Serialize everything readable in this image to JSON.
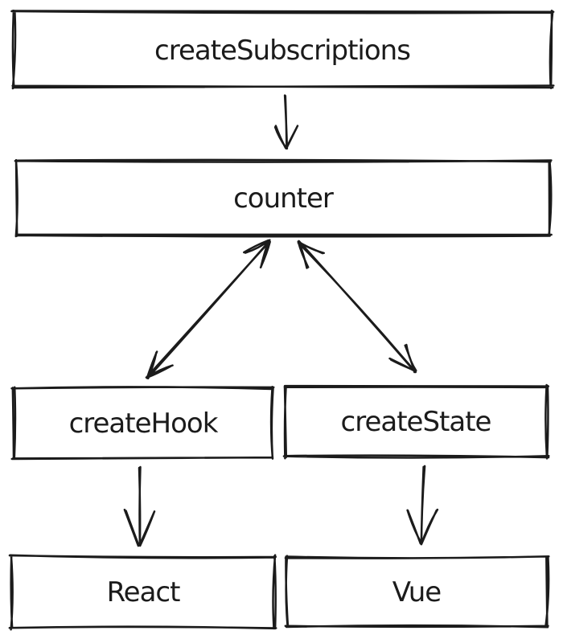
{
  "diagram": {
    "style": "hand-drawn-sketch",
    "background_color": "#ffffff",
    "stroke_color": "#1b1b1b",
    "nodes": [
      {
        "id": "createSubscriptions",
        "label": "createSubscriptions"
      },
      {
        "id": "counter",
        "label": "counter"
      },
      {
        "id": "createHook",
        "label": "createHook"
      },
      {
        "id": "createState",
        "label": "createState"
      },
      {
        "id": "react",
        "label": "React"
      },
      {
        "id": "vue",
        "label": "Vue"
      }
    ],
    "edges": [
      {
        "from": "createSubscriptions",
        "to": "counter",
        "direction": "one-way-down"
      },
      {
        "from": "counter",
        "to": "createHook",
        "direction": "bidirectional"
      },
      {
        "from": "counter",
        "to": "createState",
        "direction": "bidirectional"
      },
      {
        "from": "createHook",
        "to": "react",
        "direction": "one-way-down"
      },
      {
        "from": "createState",
        "to": "vue",
        "direction": "one-way-down"
      }
    ]
  }
}
